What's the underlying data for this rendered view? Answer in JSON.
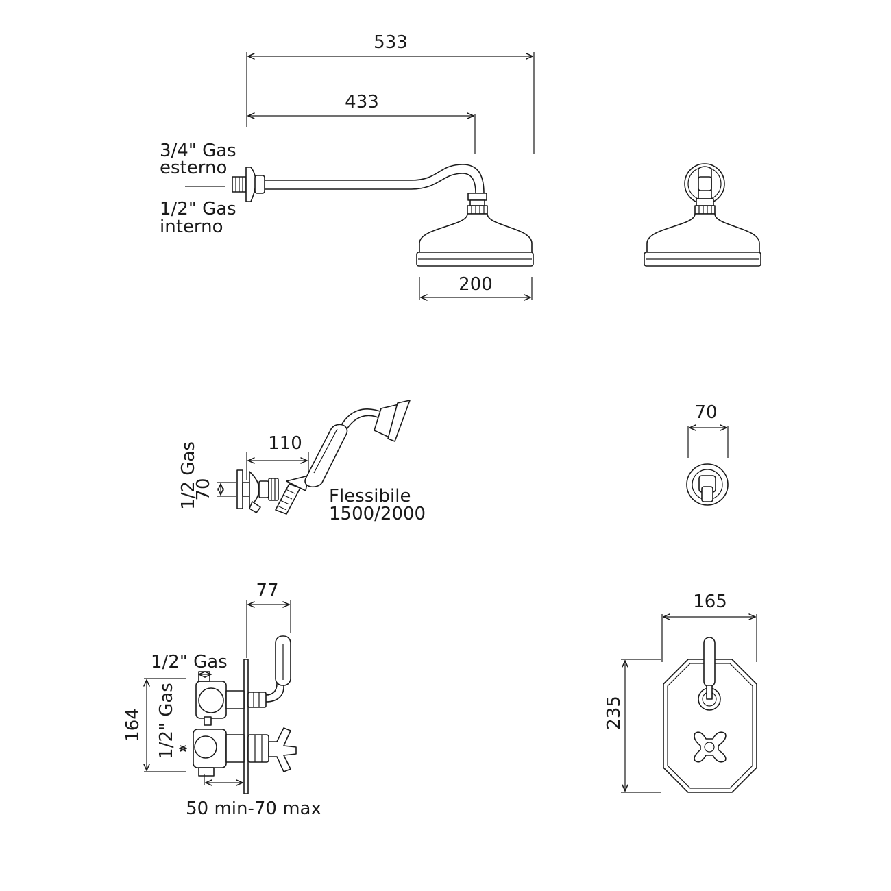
{
  "shower_head": {
    "dim_arm_total": "533",
    "dim_arm_center": "433",
    "dim_head_diameter": "200",
    "thread_external_1": "3/4\" Gas",
    "thread_external_2": "esterno",
    "thread_internal_1": "1/2\" Gas",
    "thread_internal_2": "interno"
  },
  "hand_shower": {
    "dim_reach": "110",
    "dim_height": "70",
    "thread": "1/2 Gas",
    "hose_1": "Flessibile",
    "hose_2": "1500/2000",
    "front_dim": "70"
  },
  "mixer": {
    "dim_lever": "77",
    "dim_height": "164",
    "thread_top": "1/2\" Gas",
    "thread_side": "1/2\" Gas",
    "dim_depth": "50 min-70 max",
    "plate_width": "165",
    "plate_height": "235"
  }
}
